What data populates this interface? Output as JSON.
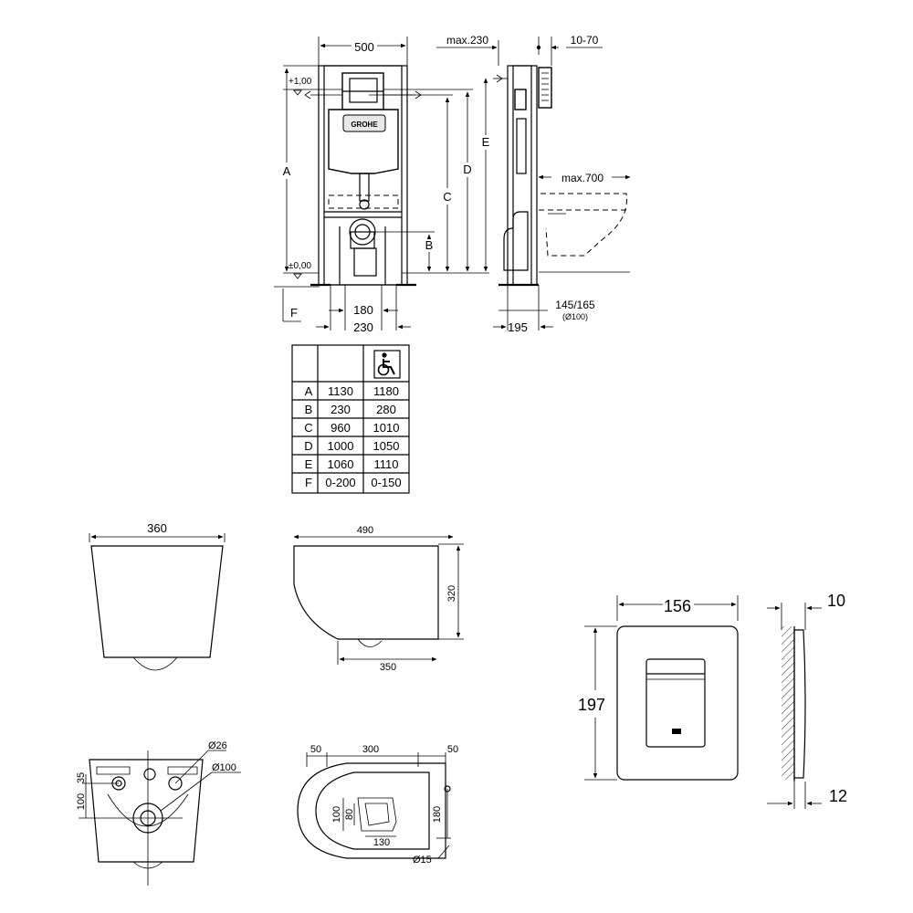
{
  "frame": {
    "width_label": "500",
    "max_depth_label": "max.230",
    "wall_gap_label": "10-70",
    "plus_level_label": "+1,00",
    "zero_level_label": "±0,00",
    "dim_A": "A",
    "dim_B": "B",
    "dim_C": "C",
    "dim_D": "D",
    "dim_E": "E",
    "dim_F": "F",
    "max_projection_label": "max.700",
    "width_180": "180",
    "width_230": "230",
    "depth_195": "195",
    "pipe_label": "145/165",
    "pipe_diameter": "(Ø100)",
    "brand_label": "GROHE"
  },
  "table": {
    "accessible_icon": "wheelchair-icon",
    "rows": [
      {
        "key": "A",
        "standard": "1130",
        "accessible": "1180"
      },
      {
        "key": "B",
        "standard": "230",
        "accessible": "280"
      },
      {
        "key": "C",
        "standard": "960",
        "accessible": "1010"
      },
      {
        "key": "D",
        "standard": "1000",
        "accessible": "1050"
      },
      {
        "key": "E",
        "standard": "1060",
        "accessible": "1110"
      },
      {
        "key": "F",
        "standard": "0-200",
        "accessible": "0-150"
      }
    ]
  },
  "bowl": {
    "front_width": "360",
    "side_length": "490",
    "side_height": "320",
    "side_base": "350",
    "rear_d26": "Ø26",
    "rear_d100": "Ø100",
    "rear_35": "35",
    "rear_100": "100",
    "top_50_left": "50",
    "top_300": "300",
    "top_50_right": "50",
    "top_100": "100",
    "top_80": "80",
    "top_130": "130",
    "top_180": "180",
    "top_d15": "Ø15"
  },
  "plate": {
    "width": "156",
    "height": "197",
    "depth_top": "10",
    "depth_bottom": "12"
  }
}
